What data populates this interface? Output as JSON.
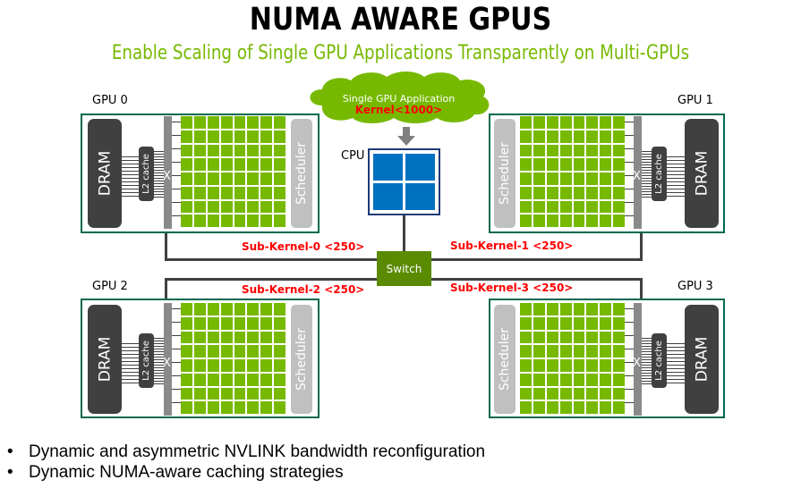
{
  "title": "NUMA AWARE GPUS",
  "subtitle": "Enable Scaling of Single GPU Applications Transparently on Multi-GPUs",
  "application": {
    "line1": "Single GPU Application",
    "line2": "Kernel<1000>"
  },
  "cpu": {
    "label": "CPU"
  },
  "switch": {
    "label": "Switch"
  },
  "gpus": [
    {
      "label": "GPU 0",
      "dram": "DRAM",
      "l2": "L2 cache",
      "scheduler": "Scheduler",
      "crossbar": "X",
      "sub_kernel": "Sub-Kernel-0 <250>"
    },
    {
      "label": "GPU 1",
      "dram": "DRAM",
      "l2": "L2 cache",
      "scheduler": "Scheduler",
      "crossbar": "X",
      "sub_kernel": "Sub-Kernel-1 <250>"
    },
    {
      "label": "GPU 2",
      "dram": "DRAM",
      "l2": "L2 cache",
      "scheduler": "Scheduler",
      "crossbar": "X",
      "sub_kernel": "Sub-Kernel-2 <250>"
    },
    {
      "label": "GPU 3",
      "dram": "DRAM",
      "l2": "L2 cache",
      "scheduler": "Scheduler",
      "crossbar": "X",
      "sub_kernel": "Sub-Kernel-3 <250>"
    }
  ],
  "bullets": [
    {
      "marker": "•",
      "text": "Dynamic and asymmetric NVLINK bandwidth reconfiguration"
    },
    {
      "marker": "•",
      "text": "Dynamic NUMA-aware caching strategies"
    }
  ],
  "colors": {
    "nvidia_green": "#76b900",
    "gpu_border": "#006a4e",
    "dram": "#404040",
    "scheduler": "#c0c0c0",
    "crossbar": "#8a8a8a",
    "cpu_core": "#0070c0",
    "cpu_border": "#1f3a78",
    "switch": "#5a8a00",
    "kernel_text": "#ff0000"
  }
}
